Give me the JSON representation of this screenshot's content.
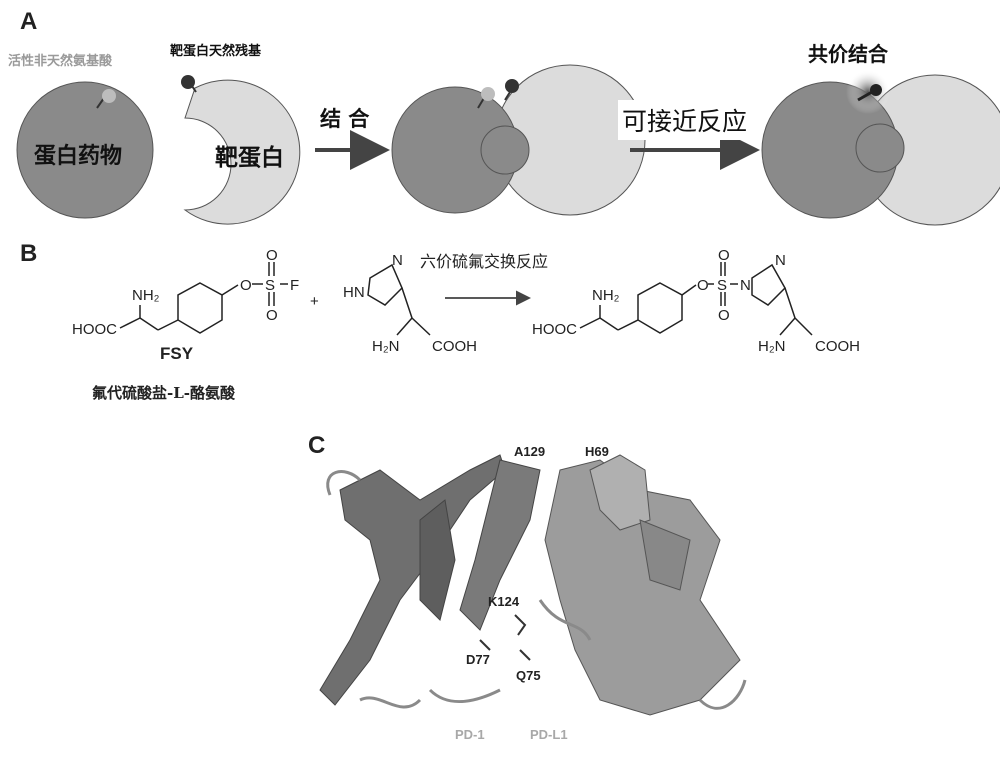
{
  "panels": {
    "a": "A",
    "b": "B",
    "c": "C"
  },
  "panel_a": {
    "unnatural_aa_label": "活性非天然氨基酸",
    "native_residue_label": "靶蛋白天然残基",
    "drug_label": "蛋白药物",
    "target_label": "靶蛋白",
    "binding_label": "结 合",
    "proximity_label": "可接近反应",
    "covalent_label": "共价结合"
  },
  "panel_b": {
    "reaction_label": "六价硫氟交换反应",
    "fsy_name": "FSY",
    "fsy_full_name": "氟代硫酸盐-L-酪氨酸",
    "plus": "+",
    "atoms": {
      "nh2": "NH₂",
      "h2n": "H₂N",
      "hooc": "HOOC",
      "cooh": "COOH",
      "o": "O",
      "s": "S",
      "f": "F",
      "n": "N",
      "hn": "HN"
    }
  },
  "panel_c": {
    "residues": [
      "A129",
      "H69",
      "K124",
      "D77",
      "Q75"
    ],
    "chains": [
      "PD-1",
      "PD-L1"
    ]
  },
  "colors": {
    "drug": "#8a8a8a",
    "target": "#d6d6d6",
    "dark": "#333333",
    "chain_label": "#a8a8a8"
  }
}
